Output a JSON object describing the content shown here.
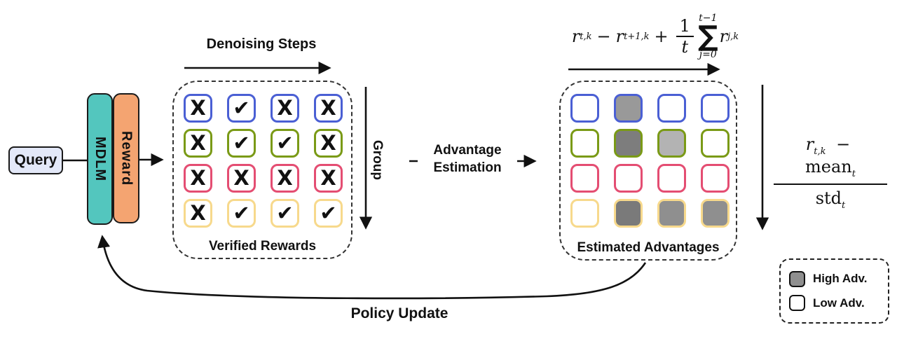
{
  "labels": {
    "query": "Query",
    "mdlm": "MDLM",
    "reward": "Reward",
    "denoising_steps": "Denoising Steps",
    "group": "Group",
    "advantage_line1": "Advantage",
    "advantage_line2": "Estimation",
    "verified_rewards": "Verified Rewards",
    "estimated_advantages": "Estimated Advantages",
    "policy_update": "Policy Update"
  },
  "colors": {
    "mdlm_teal": "#53C6BE",
    "reward_orange": "#F4A471",
    "query_fill": "#E3E8F8",
    "row_blue": "#4A5FD4",
    "row_green": "#7A9A16",
    "row_pink": "#E44D72",
    "row_yellow": "#F7D98C"
  },
  "marks": {
    "x": "X",
    "check": "✔"
  },
  "verified_grid": {
    "rows": [
      {
        "border_color": "#4A5FD4",
        "cells": [
          {
            "mark": "x"
          },
          {
            "mark": "check"
          },
          {
            "mark": "x"
          },
          {
            "mark": "x"
          }
        ]
      },
      {
        "border_color": "#7A9A16",
        "cells": [
          {
            "mark": "x"
          },
          {
            "mark": "check"
          },
          {
            "mark": "check"
          },
          {
            "mark": "x"
          }
        ]
      },
      {
        "border_color": "#E44D72",
        "cells": [
          {
            "mark": "x"
          },
          {
            "mark": "x"
          },
          {
            "mark": "x"
          },
          {
            "mark": "x"
          }
        ]
      },
      {
        "border_color": "#F7D98C",
        "cells": [
          {
            "mark": "x"
          },
          {
            "mark": "check"
          },
          {
            "mark": "check"
          },
          {
            "mark": "check"
          }
        ]
      }
    ]
  },
  "advantage_grid": {
    "rows": [
      {
        "border_color": "#4A5FD4",
        "cells": [
          {},
          {
            "fill": "#999999"
          },
          {},
          {}
        ]
      },
      {
        "border_color": "#7A9A16",
        "cells": [
          {},
          {
            "fill": "#7D7D7D"
          },
          {
            "fill": "#B3B3B3"
          },
          {}
        ]
      },
      {
        "border_color": "#E44D72",
        "cells": [
          {},
          {},
          {},
          {}
        ]
      },
      {
        "border_color": "#F7D98C",
        "cells": [
          {},
          {
            "fill": "#7A7A7A"
          },
          {
            "fill": "#8F8F8F"
          },
          {
            "fill": "#8F8F8F"
          }
        ]
      }
    ]
  },
  "formulas": {
    "top": {
      "r1": "r",
      "r1_sub": "t,k",
      "minus": "−",
      "r2": "r",
      "r2_sub": "t+1,k",
      "plus": "+",
      "frac_num": "1",
      "frac_den": "t",
      "sum_upper": "t−1",
      "sigma": "∑",
      "sum_lower": "j=0",
      "r3": "r",
      "r3_sub": "j,k"
    },
    "normalize": {
      "r": "r",
      "r_sub": "t,k",
      "minus": "−",
      "mean": "mean",
      "mean_sub": "t",
      "std": "std",
      "std_sub": "t"
    }
  },
  "legend": {
    "items": [
      {
        "label": "High Adv.",
        "fill": "#8F8F8F"
      },
      {
        "label": "Low Adv.",
        "fill": "#FFFFFF"
      }
    ]
  }
}
